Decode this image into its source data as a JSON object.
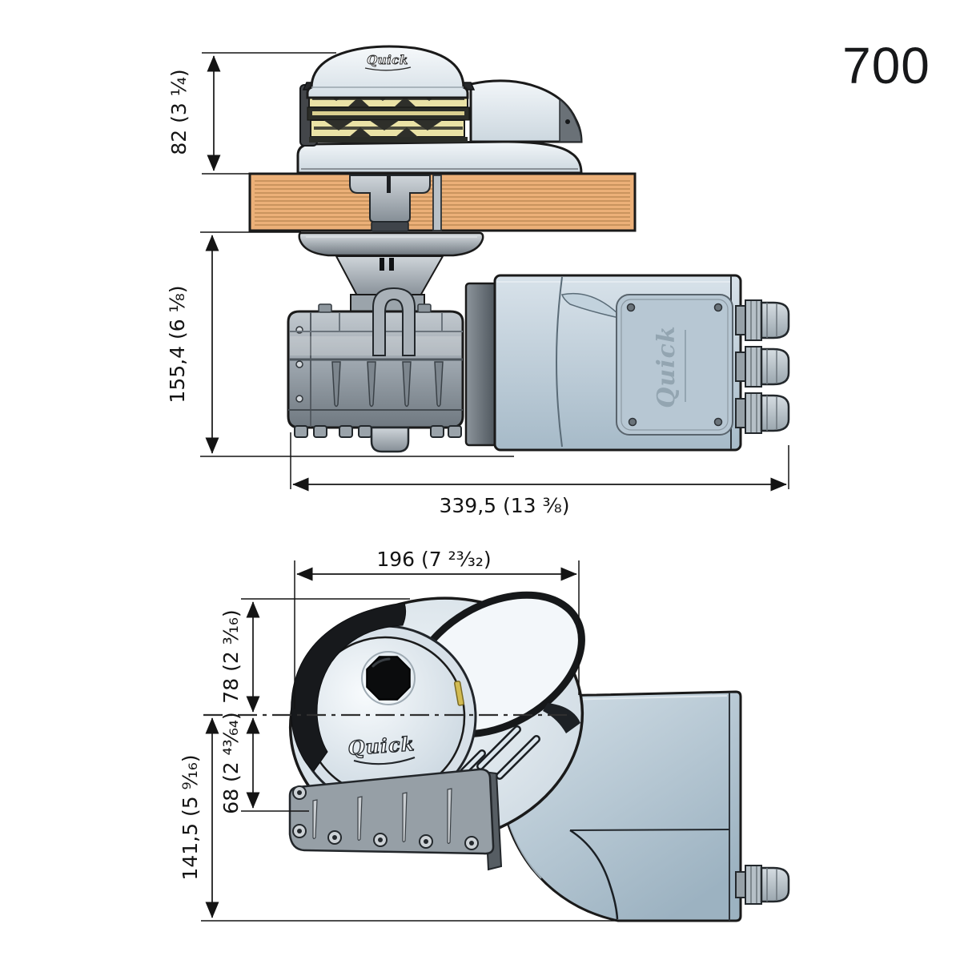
{
  "page": {
    "model_number": "700",
    "background": "#ffffff",
    "drawing_type": "windlass dimensional drawing"
  },
  "brand": {
    "logo_text": "Quick"
  },
  "side_view": {
    "dim_above_deck_height": "82 (3 ¹⁄₄)",
    "dim_below_deck_height": "155,4 (6 ¹⁄₈)",
    "dim_overall_length": "339,5 (13 ³⁄₈)"
  },
  "front_view": {
    "dim_overall_width": "196 (7 ²³⁄₃₂)",
    "dim_center_to_top": "78 (2 ³⁄₁₆)",
    "dim_center_to_base": "68 (2 ⁴³⁄₆₄)",
    "dim_center_to_bottom": "141,5 (5 ⁹⁄₁₆)"
  },
  "colors": {
    "outline": "#1a1a1a",
    "deck_wood": "#ecb078",
    "deck_grain": "#bf8a55",
    "gypsy_cream": "#eae2a6",
    "metal_gray": "#9aa3ab",
    "housing_blue": "#b9cbd8",
    "rubber_black": "#17191c",
    "dimension_text": "#141414"
  }
}
